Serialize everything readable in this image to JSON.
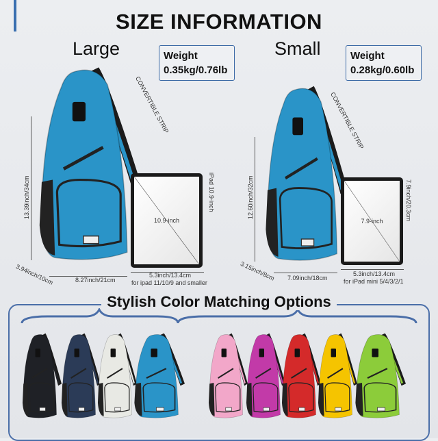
{
  "title": "SIZE INFORMATION",
  "large": {
    "label": "Large",
    "weight_label": "Weight",
    "weight": "0.35kg/0.76lb",
    "strap": "CONVERTIBLE STRIP",
    "height": "13.39inch/34cm",
    "depth": "3.94inch/10cm",
    "width": "8.27inch/21cm",
    "tablet_screen": "10.9-inch",
    "tablet_side": "iPad 10.9-inch",
    "tablet_width": "5.3inch/13.4cm",
    "tablet_note": "for ipad 11/10/9 and smaller",
    "color": "#2a94c8"
  },
  "small": {
    "label": "Small",
    "weight_label": "Weight",
    "weight": "0.28kg/0.60lb",
    "strap": "CONVERTIBLE STRIP",
    "height": "12.60inch/32cm",
    "depth": "3.15inch/8cm",
    "width": "7.09inch/18cm",
    "tablet_screen": "7.9-inch",
    "tablet_side": "7.9inch/20.3cm",
    "tablet_width": "5.3inch/13.4cm",
    "tablet_note": "for iPad mini 5/4/3/2/1",
    "color": "#2a94c8"
  },
  "options": {
    "title": "Stylish Color Matching Options",
    "colors": [
      {
        "name": "black",
        "hex": "#1f2126"
      },
      {
        "name": "navy",
        "hex": "#2b3b57"
      },
      {
        "name": "white",
        "hex": "#e8e9e4"
      },
      {
        "name": "blue",
        "hex": "#2a94c8"
      },
      {
        "name": "pink",
        "hex": "#f2a7c9"
      },
      {
        "name": "magenta",
        "hex": "#c23aa8"
      },
      {
        "name": "red",
        "hex": "#d42a2a"
      },
      {
        "name": "yellow",
        "hex": "#f5c400"
      },
      {
        "name": "green",
        "hex": "#8ccc3a"
      }
    ]
  },
  "accent_color": "#3a6fb0"
}
